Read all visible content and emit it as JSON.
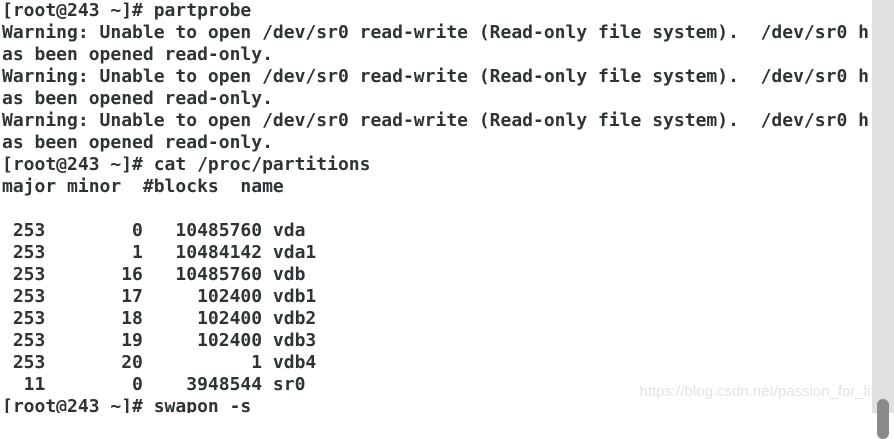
{
  "terminal": {
    "app": "linux-terminal",
    "colors": {
      "background": "#ffffff",
      "foreground": "#2e3436",
      "scrollbar_track": "#e0e0e0",
      "scrollbar_thumb": "#8a8a8a",
      "watermark": "#e3e3e3"
    },
    "prompt": "[root@243 ~]#",
    "commands": [
      "partprobe",
      "cat /proc/partitions",
      "swapon -s"
    ],
    "lines": [
      "[root@243 ~]# partprobe",
      "Warning: Unable to open /dev/sr0 read-write (Read-only file system).  /dev/sr0 h",
      "as been opened read-only.",
      "Warning: Unable to open /dev/sr0 read-write (Read-only file system).  /dev/sr0 h",
      "as been opened read-only.",
      "Warning: Unable to open /dev/sr0 read-write (Read-only file system).  /dev/sr0 h",
      "as been opened read-only.",
      "[root@243 ~]# cat /proc/partitions",
      "major minor  #blocks  name",
      "",
      " 253        0   10485760 vda",
      " 253        1   10484142 vda1",
      " 253       16   10485760 vdb",
      " 253       17     102400 vdb1",
      " 253       18     102400 vdb2",
      " 253       19     102400 vdb3",
      " 253       20          1 vdb4",
      "  11        0    3948544 sr0",
      "[root@243 ~]# swapon -s"
    ],
    "partitions_table": {
      "headers": [
        "major",
        "minor",
        "#blocks",
        "name"
      ],
      "rows": [
        [
          "253",
          "0",
          "10485760",
          "vda"
        ],
        [
          "253",
          "1",
          "10484142",
          "vda1"
        ],
        [
          "253",
          "16",
          "10485760",
          "vdb"
        ],
        [
          "253",
          "17",
          "102400",
          "vdb1"
        ],
        [
          "253",
          "18",
          "102400",
          "vdb2"
        ],
        [
          "253",
          "19",
          "102400",
          "vdb3"
        ],
        [
          "253",
          "20",
          "1",
          "vdb4"
        ],
        [
          "11",
          "0",
          "3948544",
          "sr0"
        ]
      ]
    }
  },
  "watermark": {
    "text": "https://blog.csdn.net/passion_for_life"
  }
}
